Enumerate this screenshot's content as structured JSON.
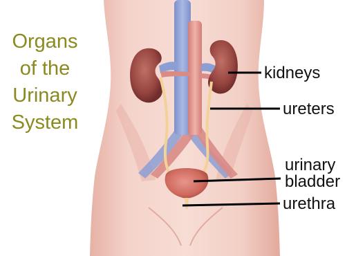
{
  "title": {
    "lines": [
      "Organs",
      "of the",
      "Urinary",
      "System"
    ]
  },
  "labels": {
    "kidneys": "kidneys",
    "ureters": "ureters",
    "urinary_bladder_line1": "urinary",
    "urinary_bladder_line2": "bladder",
    "urethra": "urethra"
  },
  "colors": {
    "title": "#8a8a1f",
    "skin": "#f1c7bd",
    "kidney": "#9c4a4a",
    "vein": "#8c9fd4",
    "artery": "#d98b86",
    "bladder": "#d06a5e",
    "ureter": "#f3d29a",
    "leader_line": "#000000"
  }
}
